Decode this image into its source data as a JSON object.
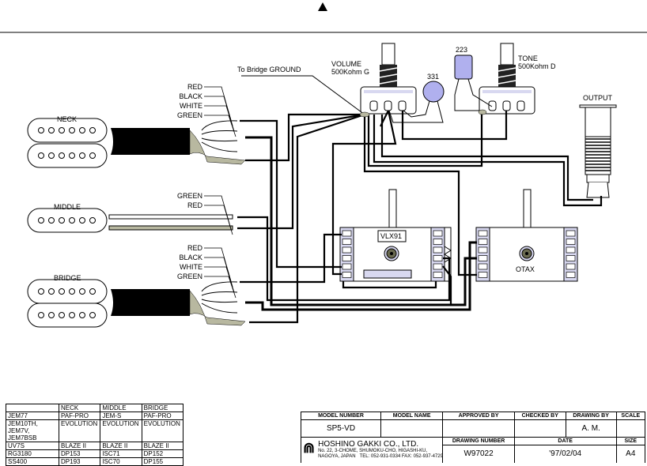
{
  "header": {
    "marker": "triangle-up"
  },
  "labels": {
    "to_bridge_ground": "To Bridge GROUND",
    "volume": "VOLUME",
    "volume_value": "500Kohm G",
    "tone": "TONE",
    "tone_value": "500Kohm D",
    "cap_331": "331",
    "cap_223": "223",
    "output": "OUTPUT",
    "neck": "NECK",
    "middle": "MIDDLE",
    "bridge": "BRIDGE",
    "switch_1": "VLX91",
    "switch_2": "OTAX",
    "neck_wires": [
      "RED",
      "BLACK",
      "WHITE",
      "GREEN"
    ],
    "middle_wires": [
      "GREEN",
      "RED"
    ],
    "bridge_wires": [
      "RED",
      "BLACK",
      "WHITE",
      "GREEN"
    ]
  },
  "colors": {
    "shield": "#b8b8a0",
    "terminal": "#d8d8f0",
    "cap": "#b0b0ee"
  },
  "pickup_table": {
    "headers": [
      "",
      "NECK",
      "MIDDLE",
      "BRIDGE"
    ],
    "rows": [
      [
        "JEM77",
        "PAF-PRO",
        "JEM-S",
        "PAF-PRO"
      ],
      [
        "JEM10TH, JEM7V, JEM7BSB",
        "EVOLUTION",
        "EVOLUTION",
        "EVOLUTION"
      ],
      [
        "UV7S",
        "BLAZE II",
        "BLAZE II",
        "BLAZE II"
      ],
      [
        "RG3180",
        "DP153",
        "ISC71",
        "DP152"
      ],
      [
        "SS400",
        "DP193",
        "ISC70",
        "DP155"
      ]
    ]
  },
  "title_block": {
    "model_number_label": "MODEL NUMBER",
    "model_name_label": "MODEL NAME",
    "approved_by_label": "APPROVED BY",
    "checked_by_label": "CHECKED BY",
    "drawing_by_label": "DRAWING BY",
    "scale_label": "SCALE",
    "model_number": "SP5-VD",
    "model_name": "",
    "approved_by": "",
    "checked_by": "",
    "drawing_by": "A. M.",
    "scale": "",
    "company": "HOSHINO GAKKI CO., LTD.",
    "address_1": "No. 22, 3-CHOME, SHUMOKU-CHO, HIGASHI-KU,",
    "address_2": "NAGOYA, JAPAN",
    "phone": "TEL: 052-931-0334 FAX: 052-937-4729",
    "drawing_number_label": "DRAWING NUMBER",
    "date_label": "DATE",
    "size_label": "SIZE",
    "drawing_number": "W97022",
    "date": "'97/02/04",
    "size": "A4"
  }
}
